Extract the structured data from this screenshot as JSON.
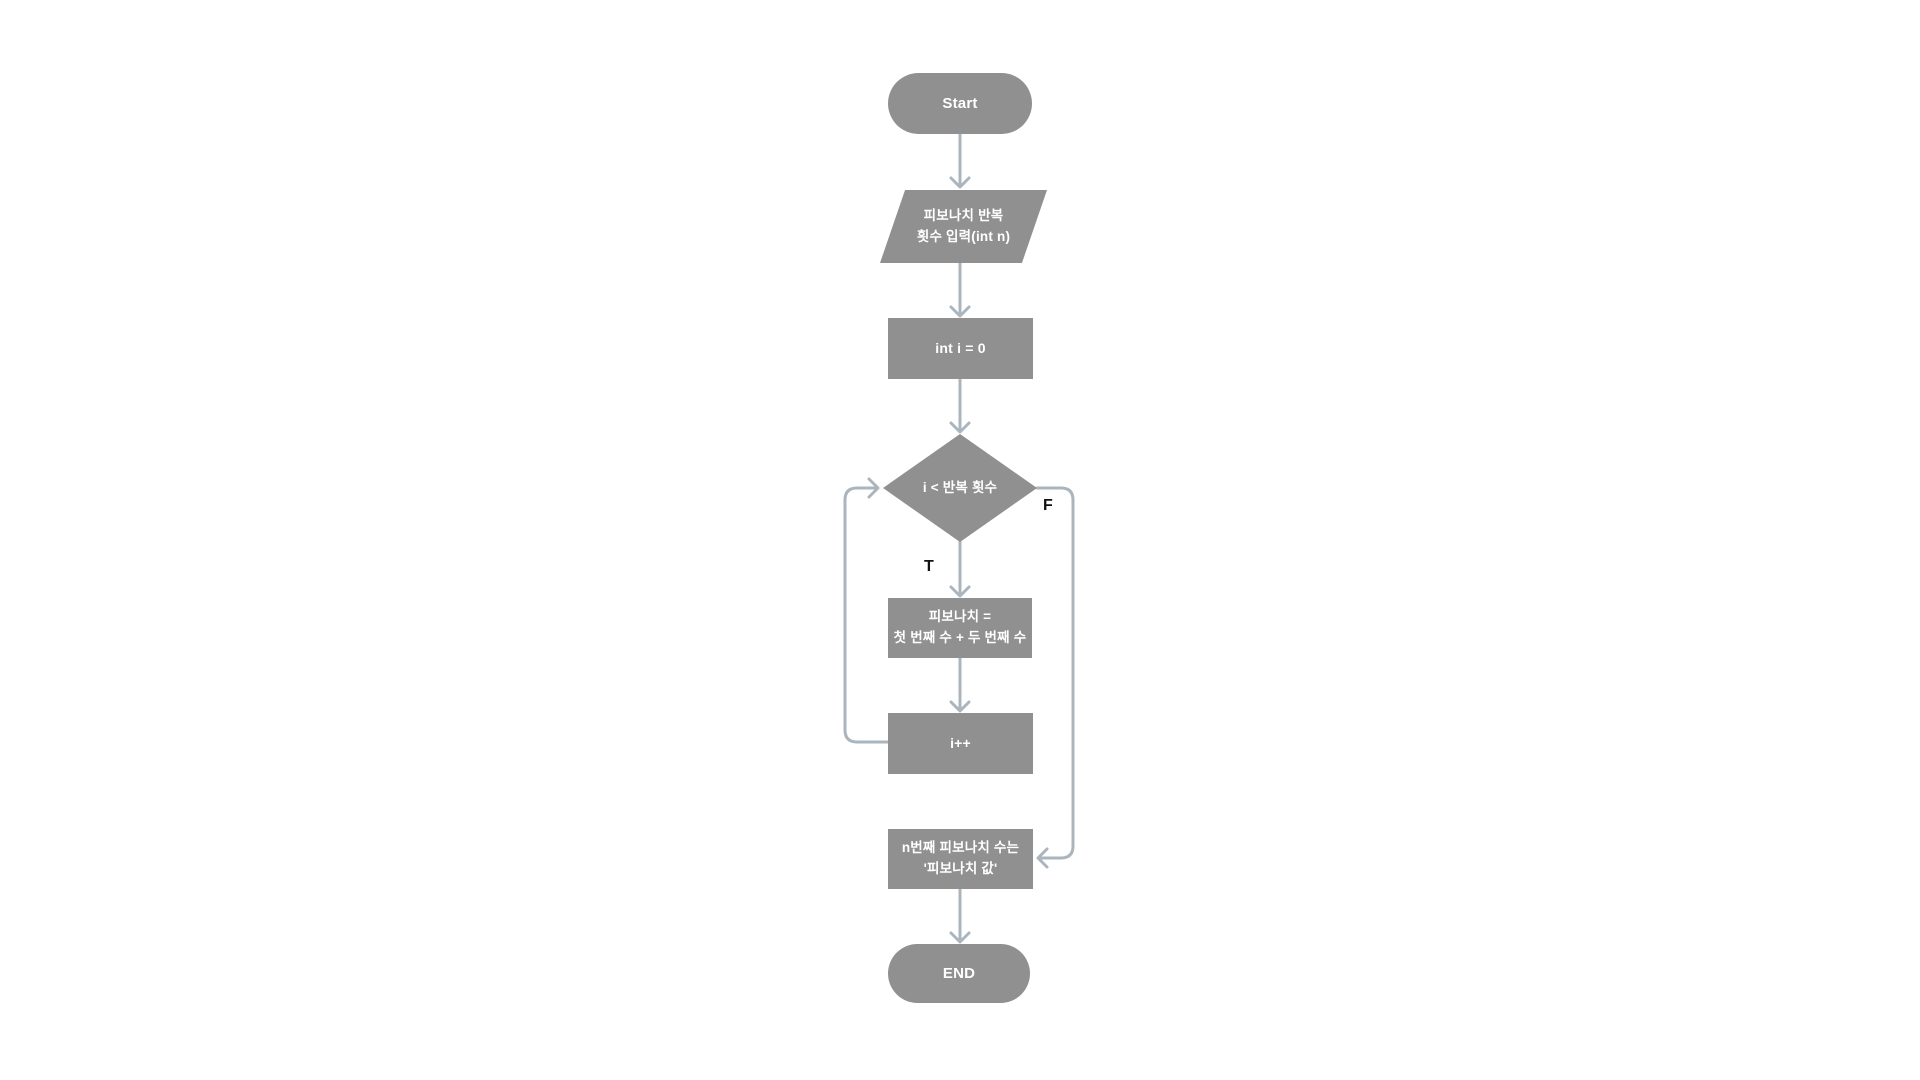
{
  "diagram": {
    "title": "fibonacci-loop-flowchart",
    "background": "#ffffff"
  },
  "palette": {
    "node_fill": "#909090",
    "node_text": "#ffffff",
    "connector": "#aab5bd",
    "branch_label_text": "#111111"
  },
  "nodes": {
    "start": {
      "shape": "stadium",
      "label": "Start"
    },
    "input": {
      "shape": "parallelogram",
      "label": "피보나치 반복\n횟수 입력(int n)"
    },
    "init": {
      "shape": "rectangle",
      "label": "int i = 0"
    },
    "condition": {
      "shape": "diamond",
      "label": "i < 반복 횟수"
    },
    "sum": {
      "shape": "rectangle",
      "label": "피보나치 =\n첫 번째 수 + 두 번째 수"
    },
    "increment": {
      "shape": "rectangle",
      "label": "i++"
    },
    "output": {
      "shape": "rectangle",
      "label": "n번째 피보나치 수는\n'피보나치 값'"
    },
    "end": {
      "shape": "stadium",
      "label": "END"
    }
  },
  "branch_labels": {
    "true": "T",
    "false": "F"
  },
  "edges": [
    {
      "from": "start",
      "to": "input"
    },
    {
      "from": "input",
      "to": "init"
    },
    {
      "from": "init",
      "to": "condition"
    },
    {
      "from": "condition",
      "to": "sum",
      "label": "T"
    },
    {
      "from": "sum",
      "to": "increment"
    },
    {
      "from": "increment",
      "to": "condition",
      "label": "loop-back"
    },
    {
      "from": "condition",
      "to": "output",
      "label": "F"
    },
    {
      "from": "output",
      "to": "end"
    }
  ]
}
